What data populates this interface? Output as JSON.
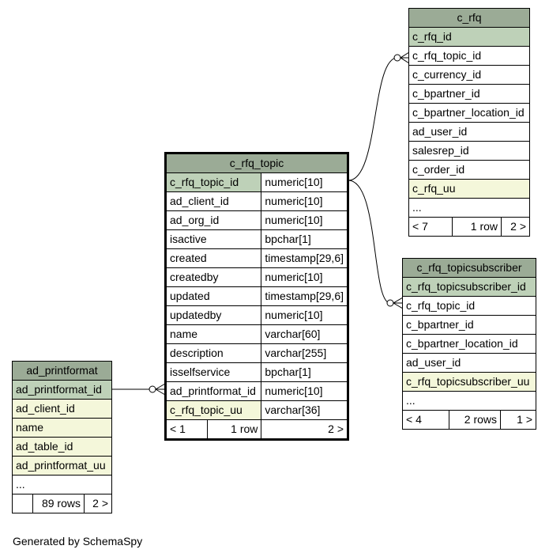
{
  "tables": {
    "c_rfq": {
      "name": "c_rfq",
      "rows": [
        "c_rfq_id",
        "c_rfq_topic_id",
        "c_currency_id",
        "c_bpartner_id",
        "c_bpartner_location_id",
        "ad_user_id",
        "salesrep_id",
        "c_order_id",
        "c_rfq_uu",
        "..."
      ],
      "footer": [
        "< 7",
        "1 row",
        "2 >"
      ]
    },
    "c_rfq_topic": {
      "name": "c_rfq_topic",
      "rows": [
        [
          "c_rfq_topic_id",
          "numeric[10]"
        ],
        [
          "ad_client_id",
          "numeric[10]"
        ],
        [
          "ad_org_id",
          "numeric[10]"
        ],
        [
          "isactive",
          "bpchar[1]"
        ],
        [
          "created",
          "timestamp[29,6]"
        ],
        [
          "createdby",
          "numeric[10]"
        ],
        [
          "updated",
          "timestamp[29,6]"
        ],
        [
          "updatedby",
          "numeric[10]"
        ],
        [
          "name",
          "varchar[60]"
        ],
        [
          "description",
          "varchar[255]"
        ],
        [
          "isselfservice",
          "bpchar[1]"
        ],
        [
          "ad_printformat_id",
          "numeric[10]"
        ],
        [
          "c_rfq_topic_uu",
          "varchar[36]"
        ]
      ],
      "footer": [
        "< 1",
        "1 row",
        "2 >"
      ]
    },
    "c_rfq_topicsubscriber": {
      "name": "c_rfq_topicsubscriber",
      "rows": [
        "c_rfq_topicsubscriber_id",
        "c_rfq_topic_id",
        "c_bpartner_id",
        "c_bpartner_location_id",
        "ad_user_id",
        "c_rfq_topicsubscriber_uu",
        "..."
      ],
      "footer": [
        "< 4",
        "2 rows",
        "1 >"
      ]
    },
    "ad_printformat": {
      "name": "ad_printformat",
      "rows": [
        "ad_printformat_id",
        "ad_client_id",
        "name",
        "ad_table_id",
        "ad_printformat_uu",
        "..."
      ],
      "footer": [
        "",
        "89 rows",
        "2 >"
      ]
    }
  },
  "footer_text": "Generated by SchemaSpy",
  "colors": {
    "header": "#9bab96",
    "primary_key": "#bed1b8",
    "extra": "#f4f7da"
  }
}
